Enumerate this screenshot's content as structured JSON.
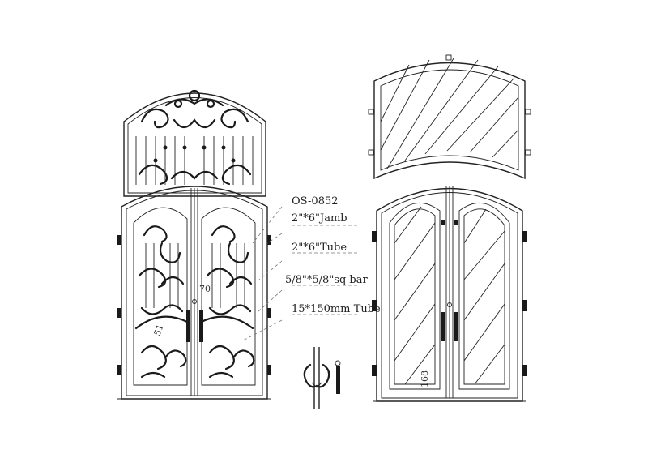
{
  "labels": {
    "model": "OS-0852",
    "jamb": "2\"*6\"Jamb",
    "tube": "2\"*6\"Tube",
    "sq_bar": "5/8\"*5/8\"sq bar",
    "bottom_tube": "15*150mm Tube"
  },
  "dimensions": {
    "left_center": "70",
    "left_sill": "51",
    "right_sill": "168"
  },
  "colors": {
    "line": "#222222",
    "leader": "#777777",
    "background": "#ffffff"
  }
}
